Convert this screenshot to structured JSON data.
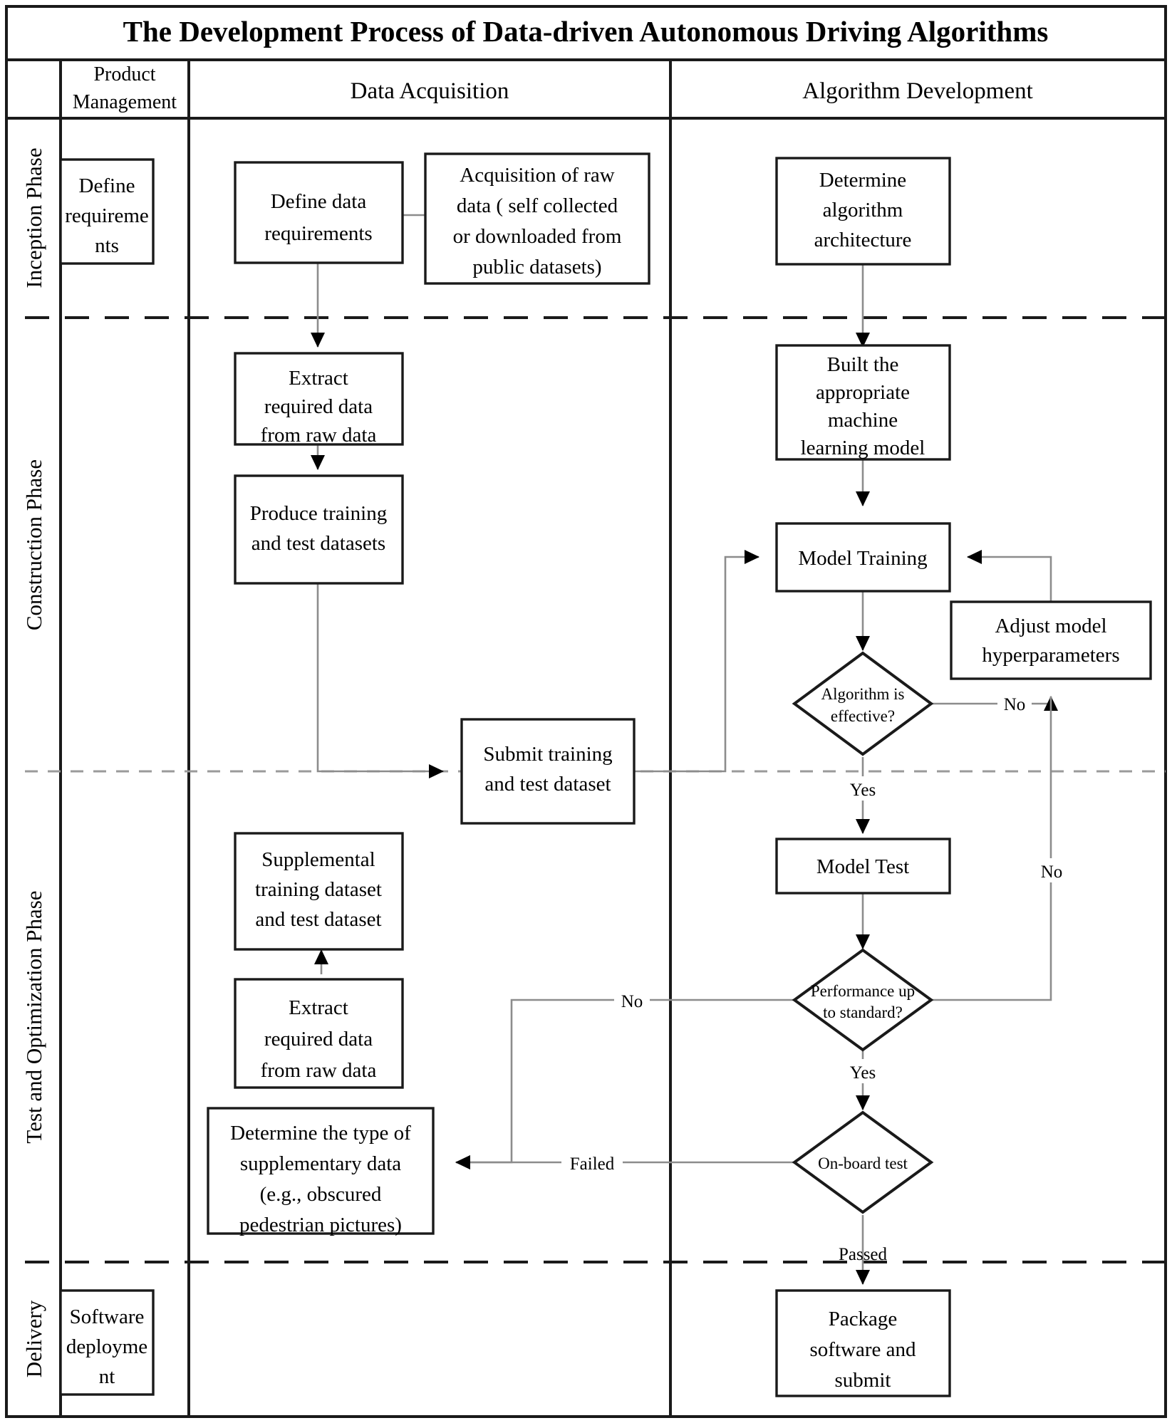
{
  "title": "The Development Process of Data-driven Autonomous Driving Algorithms",
  "lanes": [
    {
      "id": "product-management",
      "label_lines": [
        "Product",
        "Management"
      ]
    },
    {
      "id": "data-acquisition",
      "label_lines": [
        "Data Acquisition"
      ]
    },
    {
      "id": "algorithm-development",
      "label_lines": [
        "Algorithm Development"
      ]
    }
  ],
  "phases": [
    {
      "id": "inception",
      "label": "Inception Phase"
    },
    {
      "id": "construction",
      "label": "Construction Phase"
    },
    {
      "id": "test-optimization",
      "label": "Test and Optimization Phase"
    },
    {
      "id": "delivery",
      "label": "Delivery"
    }
  ],
  "nodes": {
    "define_requirements": [
      "Define",
      "requireme",
      "nts"
    ],
    "define_data_requirements": [
      "Define data",
      "requirements"
    ],
    "acquisition_raw_data": [
      "Acquisition of raw",
      "data ( self collected",
      "or downloaded from",
      "public datasets)"
    ],
    "determine_algorithm_architecture": [
      "Determine",
      "algorithm",
      "architecture"
    ],
    "extract_required_data_1": [
      "Extract",
      "required data",
      "from raw data"
    ],
    "produce_training_test": [
      "Produce training",
      "and test datasets"
    ],
    "built_ml_model": [
      "Built the",
      "appropriate",
      "machine",
      "learning model"
    ],
    "model_training": [
      "Model Training"
    ],
    "adjust_hyperparameters": [
      "Adjust  model",
      "hyperparameters"
    ],
    "algorithm_effective": [
      "Algorithm is",
      "effective?"
    ],
    "submit_training_test": [
      "Submit training",
      "and test dataset"
    ],
    "model_test": [
      "Model Test"
    ],
    "performance_standard": [
      "Performance up",
      "to standard?"
    ],
    "supplemental_datasets": [
      "Supplemental",
      "training dataset",
      "and test dataset"
    ],
    "extract_required_data_2": [
      "Extract",
      "required data",
      "from raw data"
    ],
    "determine_supplementary": [
      "Determine the type of",
      "supplementary data",
      "(e.g., obscured",
      "pedestrian pictures)"
    ],
    "on_board_test": [
      "On-board test"
    ],
    "package_software": [
      "Package",
      "software and",
      "submit"
    ],
    "software_deployment": [
      "Software",
      "deployme",
      "nt"
    ]
  },
  "edge_labels": {
    "effective_no": "No",
    "effective_yes": "Yes",
    "performance_no": "No",
    "performance_yes": "Yes",
    "performance_no_left": "No",
    "onboard_failed": "Failed",
    "onboard_passed": "Passed"
  },
  "colors": {
    "outline": "#1a1a1a",
    "connector": "#8c8c8c",
    "phase_divider_dark": "#1a1a1a",
    "phase_divider_light": "#9a9a9a",
    "background": "#ffffff"
  }
}
